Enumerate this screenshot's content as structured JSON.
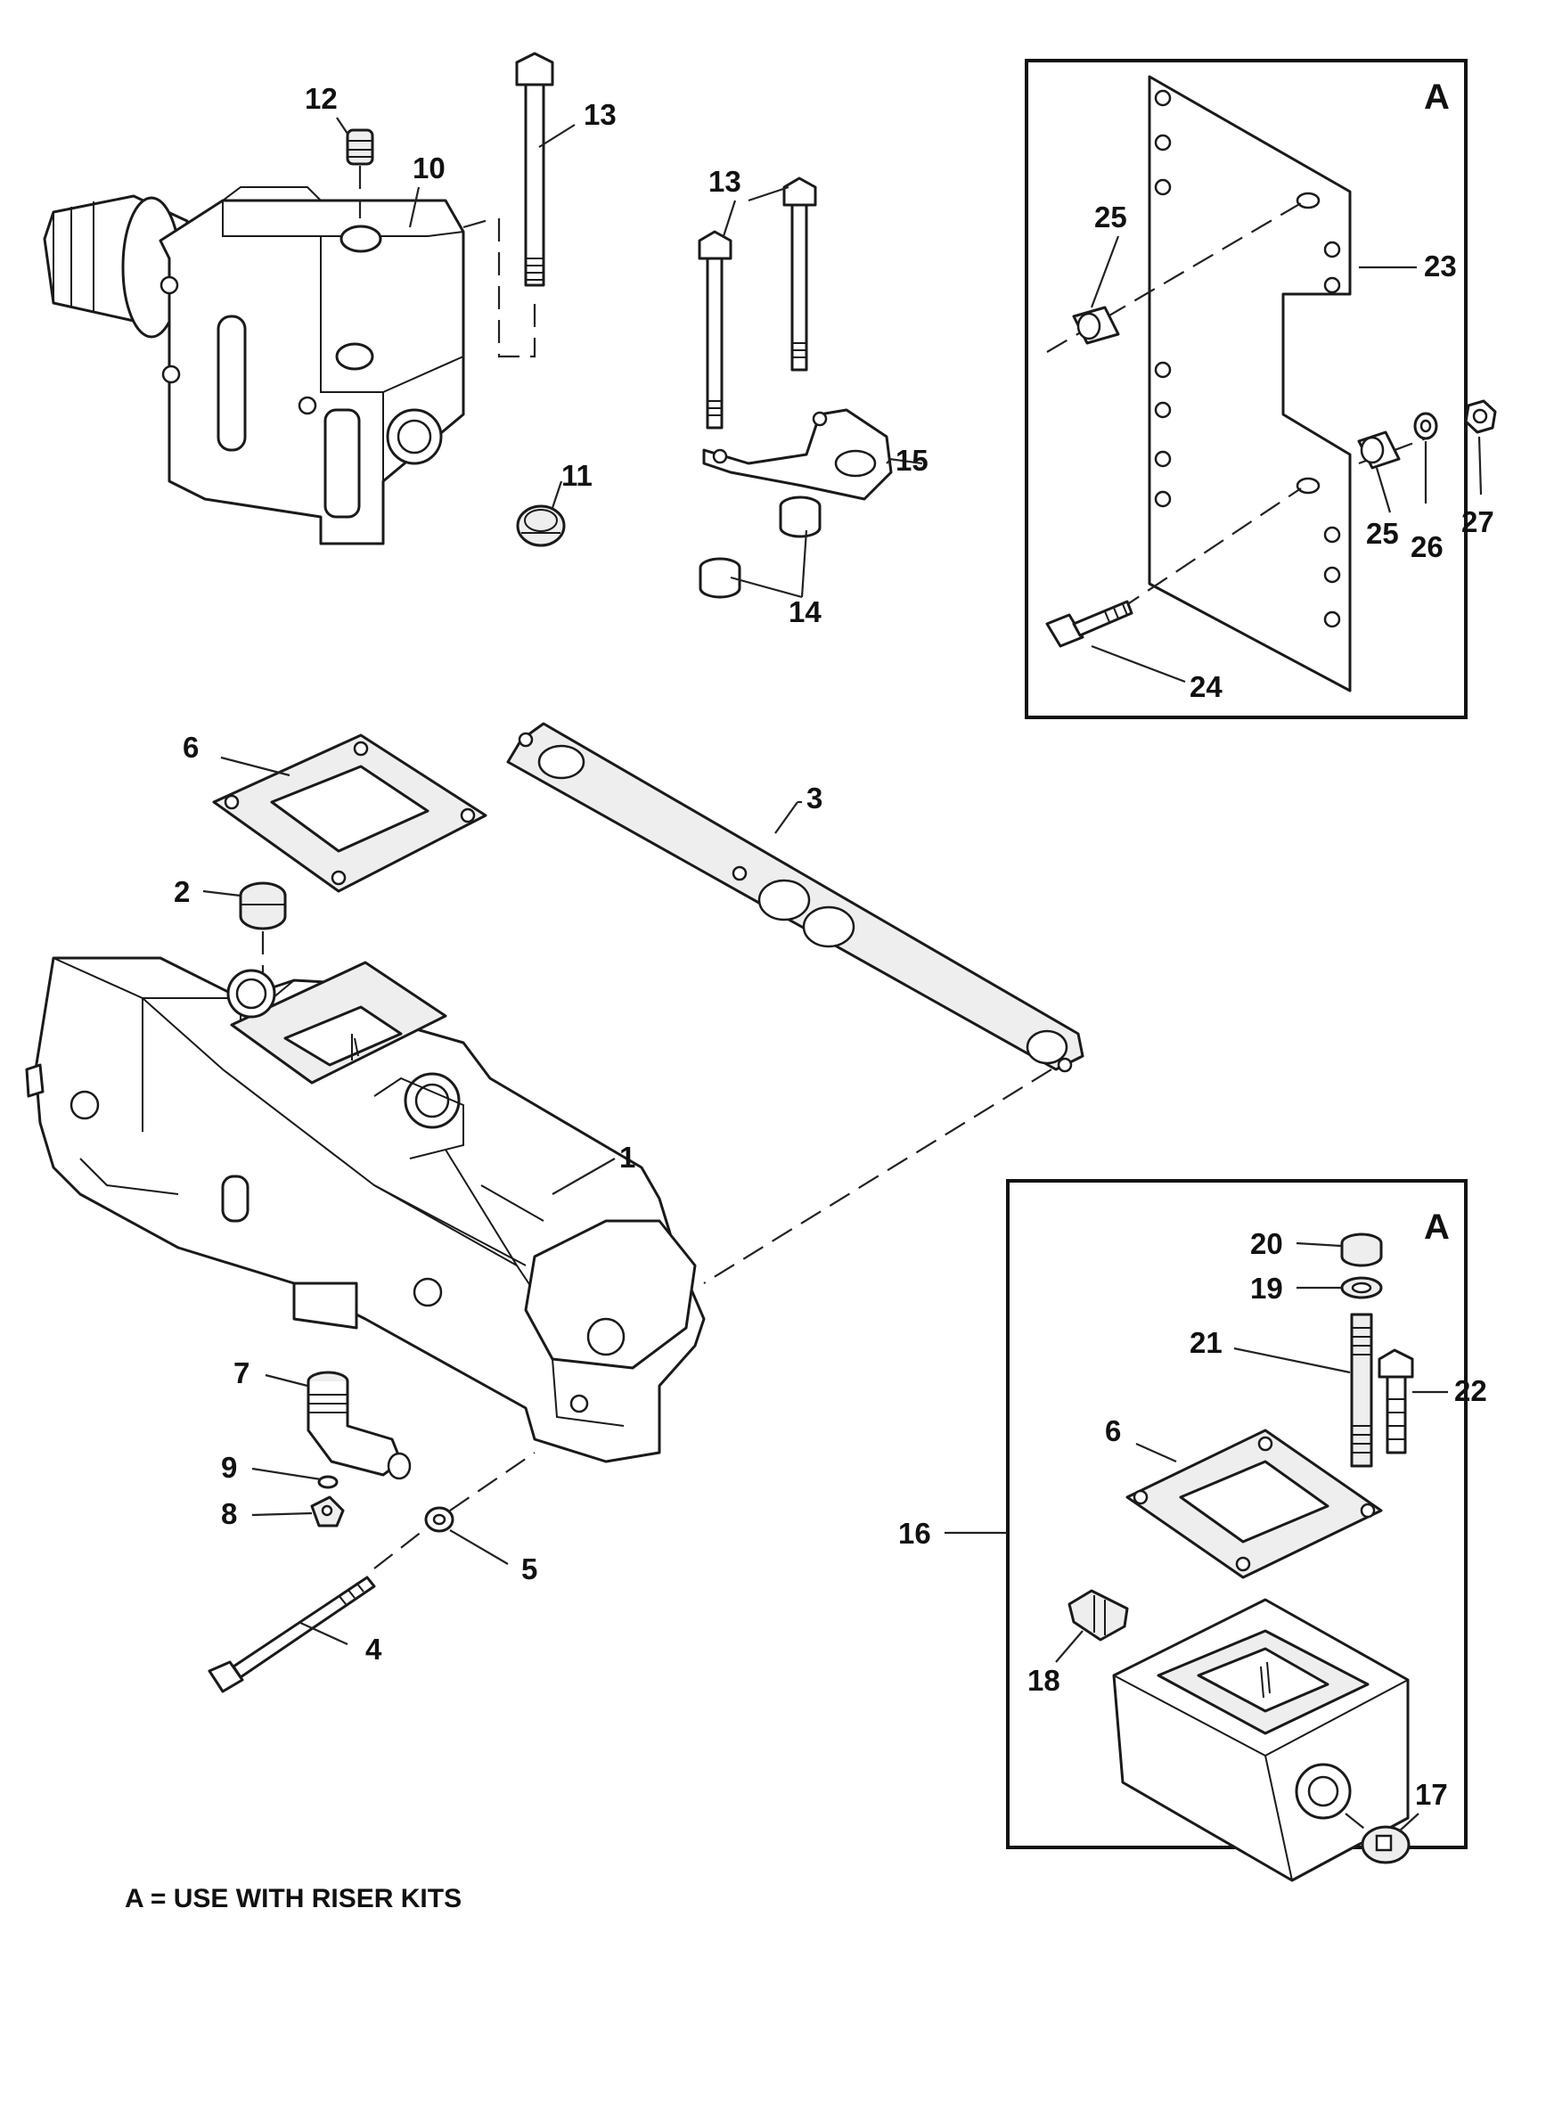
{
  "callouts": [
    {
      "id": "c1",
      "text": "1"
    },
    {
      "id": "c2",
      "text": "2"
    },
    {
      "id": "c3",
      "text": "3"
    },
    {
      "id": "c4",
      "text": "4"
    },
    {
      "id": "c5",
      "text": "5"
    },
    {
      "id": "c6a",
      "text": "6"
    },
    {
      "id": "c6b",
      "text": "6"
    },
    {
      "id": "c7",
      "text": "7"
    },
    {
      "id": "c8",
      "text": "8"
    },
    {
      "id": "c9",
      "text": "9"
    },
    {
      "id": "c10",
      "text": "10"
    },
    {
      "id": "c11",
      "text": "11"
    },
    {
      "id": "c12",
      "text": "12"
    },
    {
      "id": "c13a",
      "text": "13"
    },
    {
      "id": "c13b",
      "text": "13"
    },
    {
      "id": "c14",
      "text": "14"
    },
    {
      "id": "c15",
      "text": "15"
    },
    {
      "id": "c16",
      "text": "16"
    },
    {
      "id": "c17",
      "text": "17"
    },
    {
      "id": "c18",
      "text": "18"
    },
    {
      "id": "c19",
      "text": "19"
    },
    {
      "id": "c20",
      "text": "20"
    },
    {
      "id": "c21",
      "text": "21"
    },
    {
      "id": "c22",
      "text": "22"
    },
    {
      "id": "c23",
      "text": "23"
    },
    {
      "id": "c24",
      "text": "24"
    },
    {
      "id": "c25a",
      "text": "25"
    },
    {
      "id": "c25b",
      "text": "25"
    },
    {
      "id": "c26",
      "text": "26"
    },
    {
      "id": "c27",
      "text": "27"
    }
  ],
  "inset_top": {
    "tag": "A"
  },
  "inset_bottom": {
    "tag": "A"
  },
  "footnote": "A = USE WITH RISER KITS"
}
